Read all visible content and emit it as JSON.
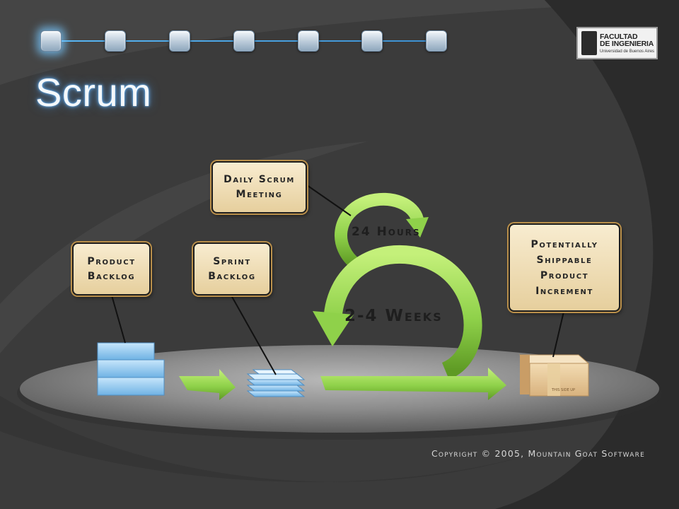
{
  "slide": {
    "title": "Scrum",
    "nav_dot_count": 7,
    "active_nav_index": 0
  },
  "logo": {
    "line1": "FACULTAD",
    "line2": "DE INGENIERIA",
    "line3": "Universidad de Buenos Aires"
  },
  "diagram": {
    "callouts": {
      "daily_scrum": [
        "Daily Scrum",
        "Meeting"
      ],
      "product_backlog": [
        "Product",
        "Backlog"
      ],
      "sprint_backlog": [
        "Sprint",
        "Backlog"
      ],
      "shippable_increment": [
        "Potentially",
        "Shippable",
        "Product",
        "Increment"
      ]
    },
    "cycle_labels": {
      "daily": "24 Hours",
      "sprint": "2-4 Weeks"
    },
    "box_marking": "THIS SIDE UP"
  },
  "footer": {
    "copyright": "Copyright © 2005, Mountain Goat Software"
  },
  "colors": {
    "background": "#3b3b3b",
    "arrow_green": "#8fd14a",
    "backlog_blue": "#8ec8f0",
    "callout_fill": "#f3e2bb",
    "title_glow": "#6eb9ff"
  }
}
